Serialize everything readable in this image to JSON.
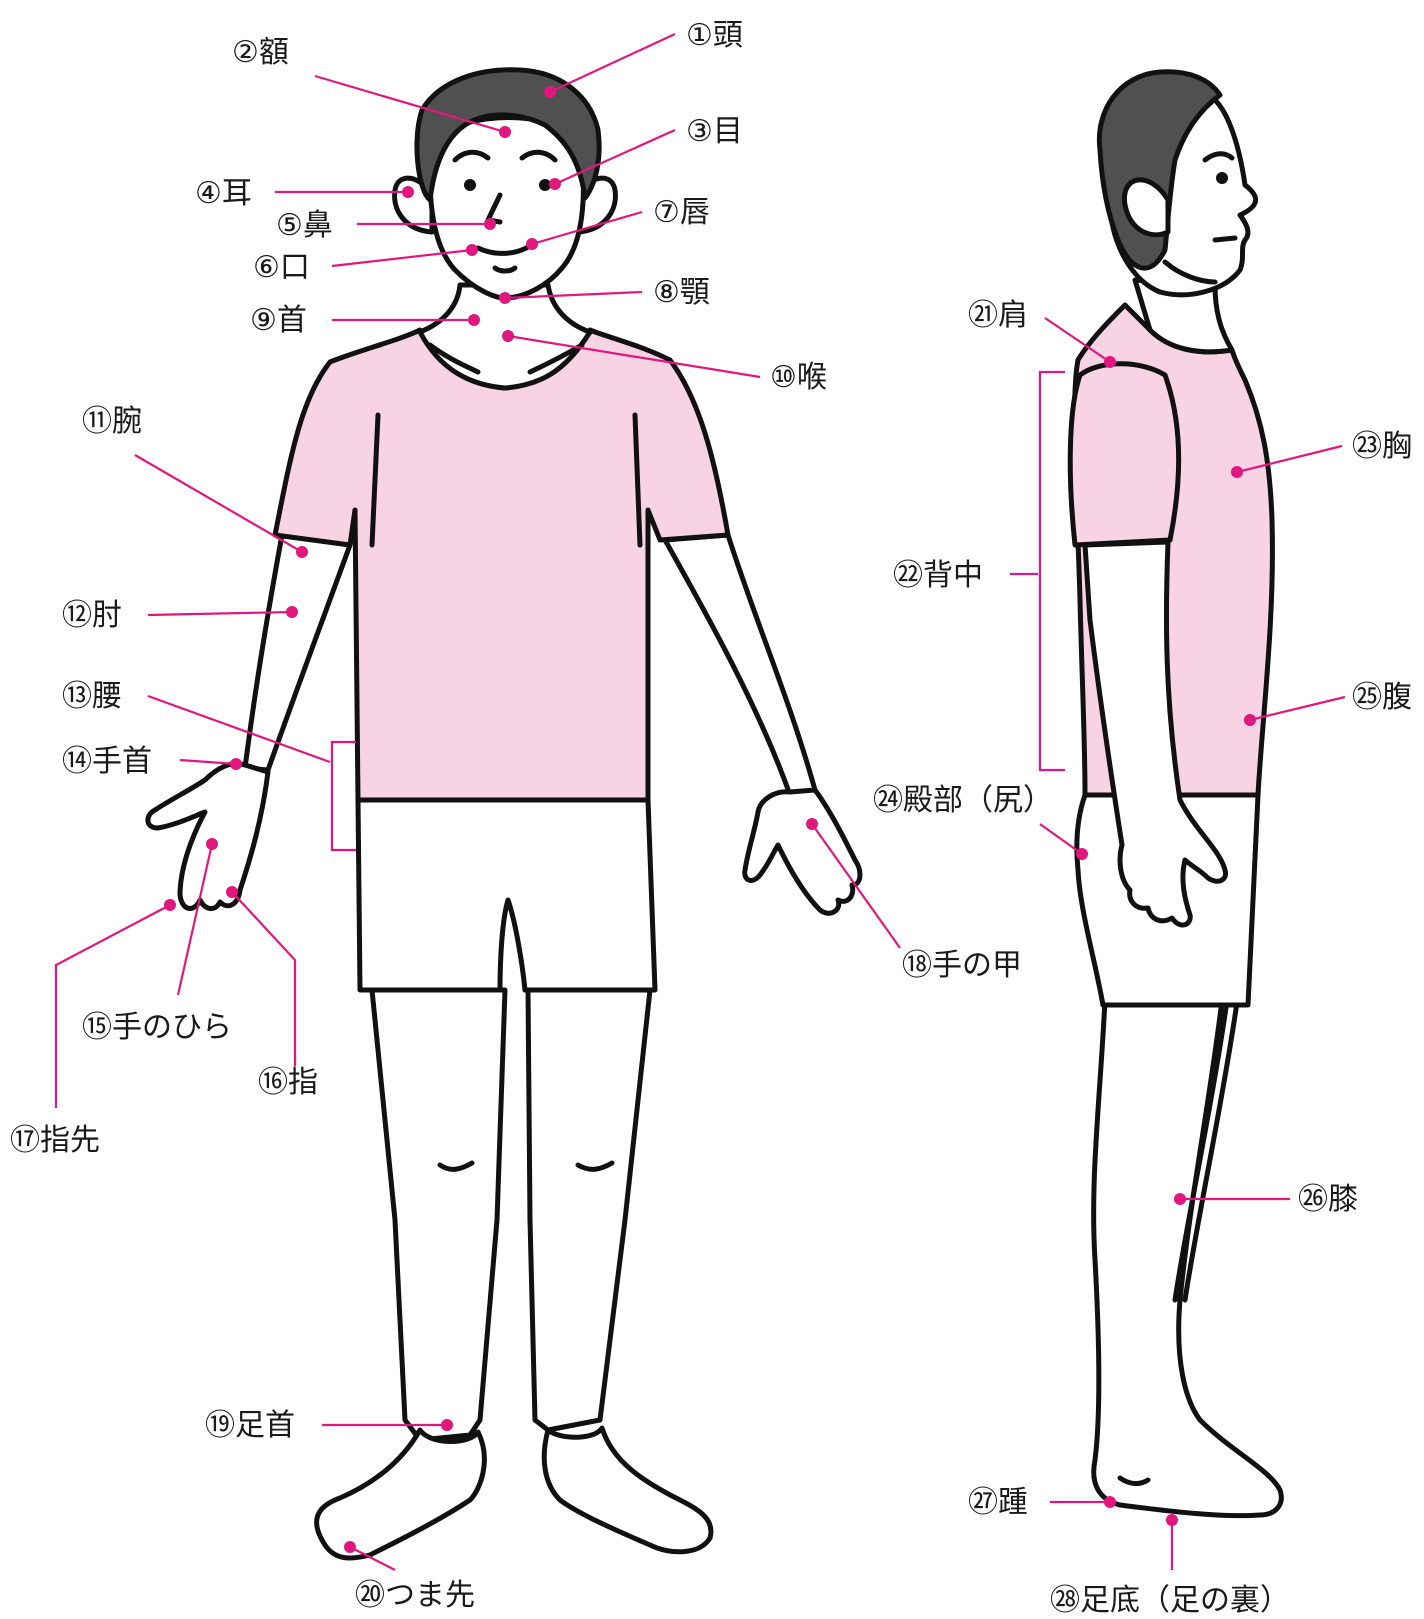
{
  "colors": {
    "accent": "#e0177e",
    "shirt": "#f8d3e4",
    "hair": "#505050",
    "outline": "#111111"
  },
  "labels": {
    "l1": "①頭",
    "l2": "②額",
    "l3": "③目",
    "l4": "④耳",
    "l5": "⑤鼻",
    "l6": "⑥口",
    "l7": "⑦唇",
    "l8": "⑧顎",
    "l9": "⑨首",
    "l10": "⑩喉",
    "l11": "⑪腕",
    "l12": "⑫肘",
    "l13": "⑬腰",
    "l14": "⑭手首",
    "l15": "⑮手のひら",
    "l16": "⑯指",
    "l17": "⑰指先",
    "l18": "⑱手の甲",
    "l19": "⑲足首",
    "l20": "⑳つま先",
    "l21": "㉑肩",
    "l22": "㉒背中",
    "l23": "㉓胸",
    "l24": "㉔殿部（尻）",
    "l25": "㉕腹",
    "l26": "㉖膝",
    "l27": "㉗踵",
    "l28": "㉘足底（足の裏）"
  }
}
